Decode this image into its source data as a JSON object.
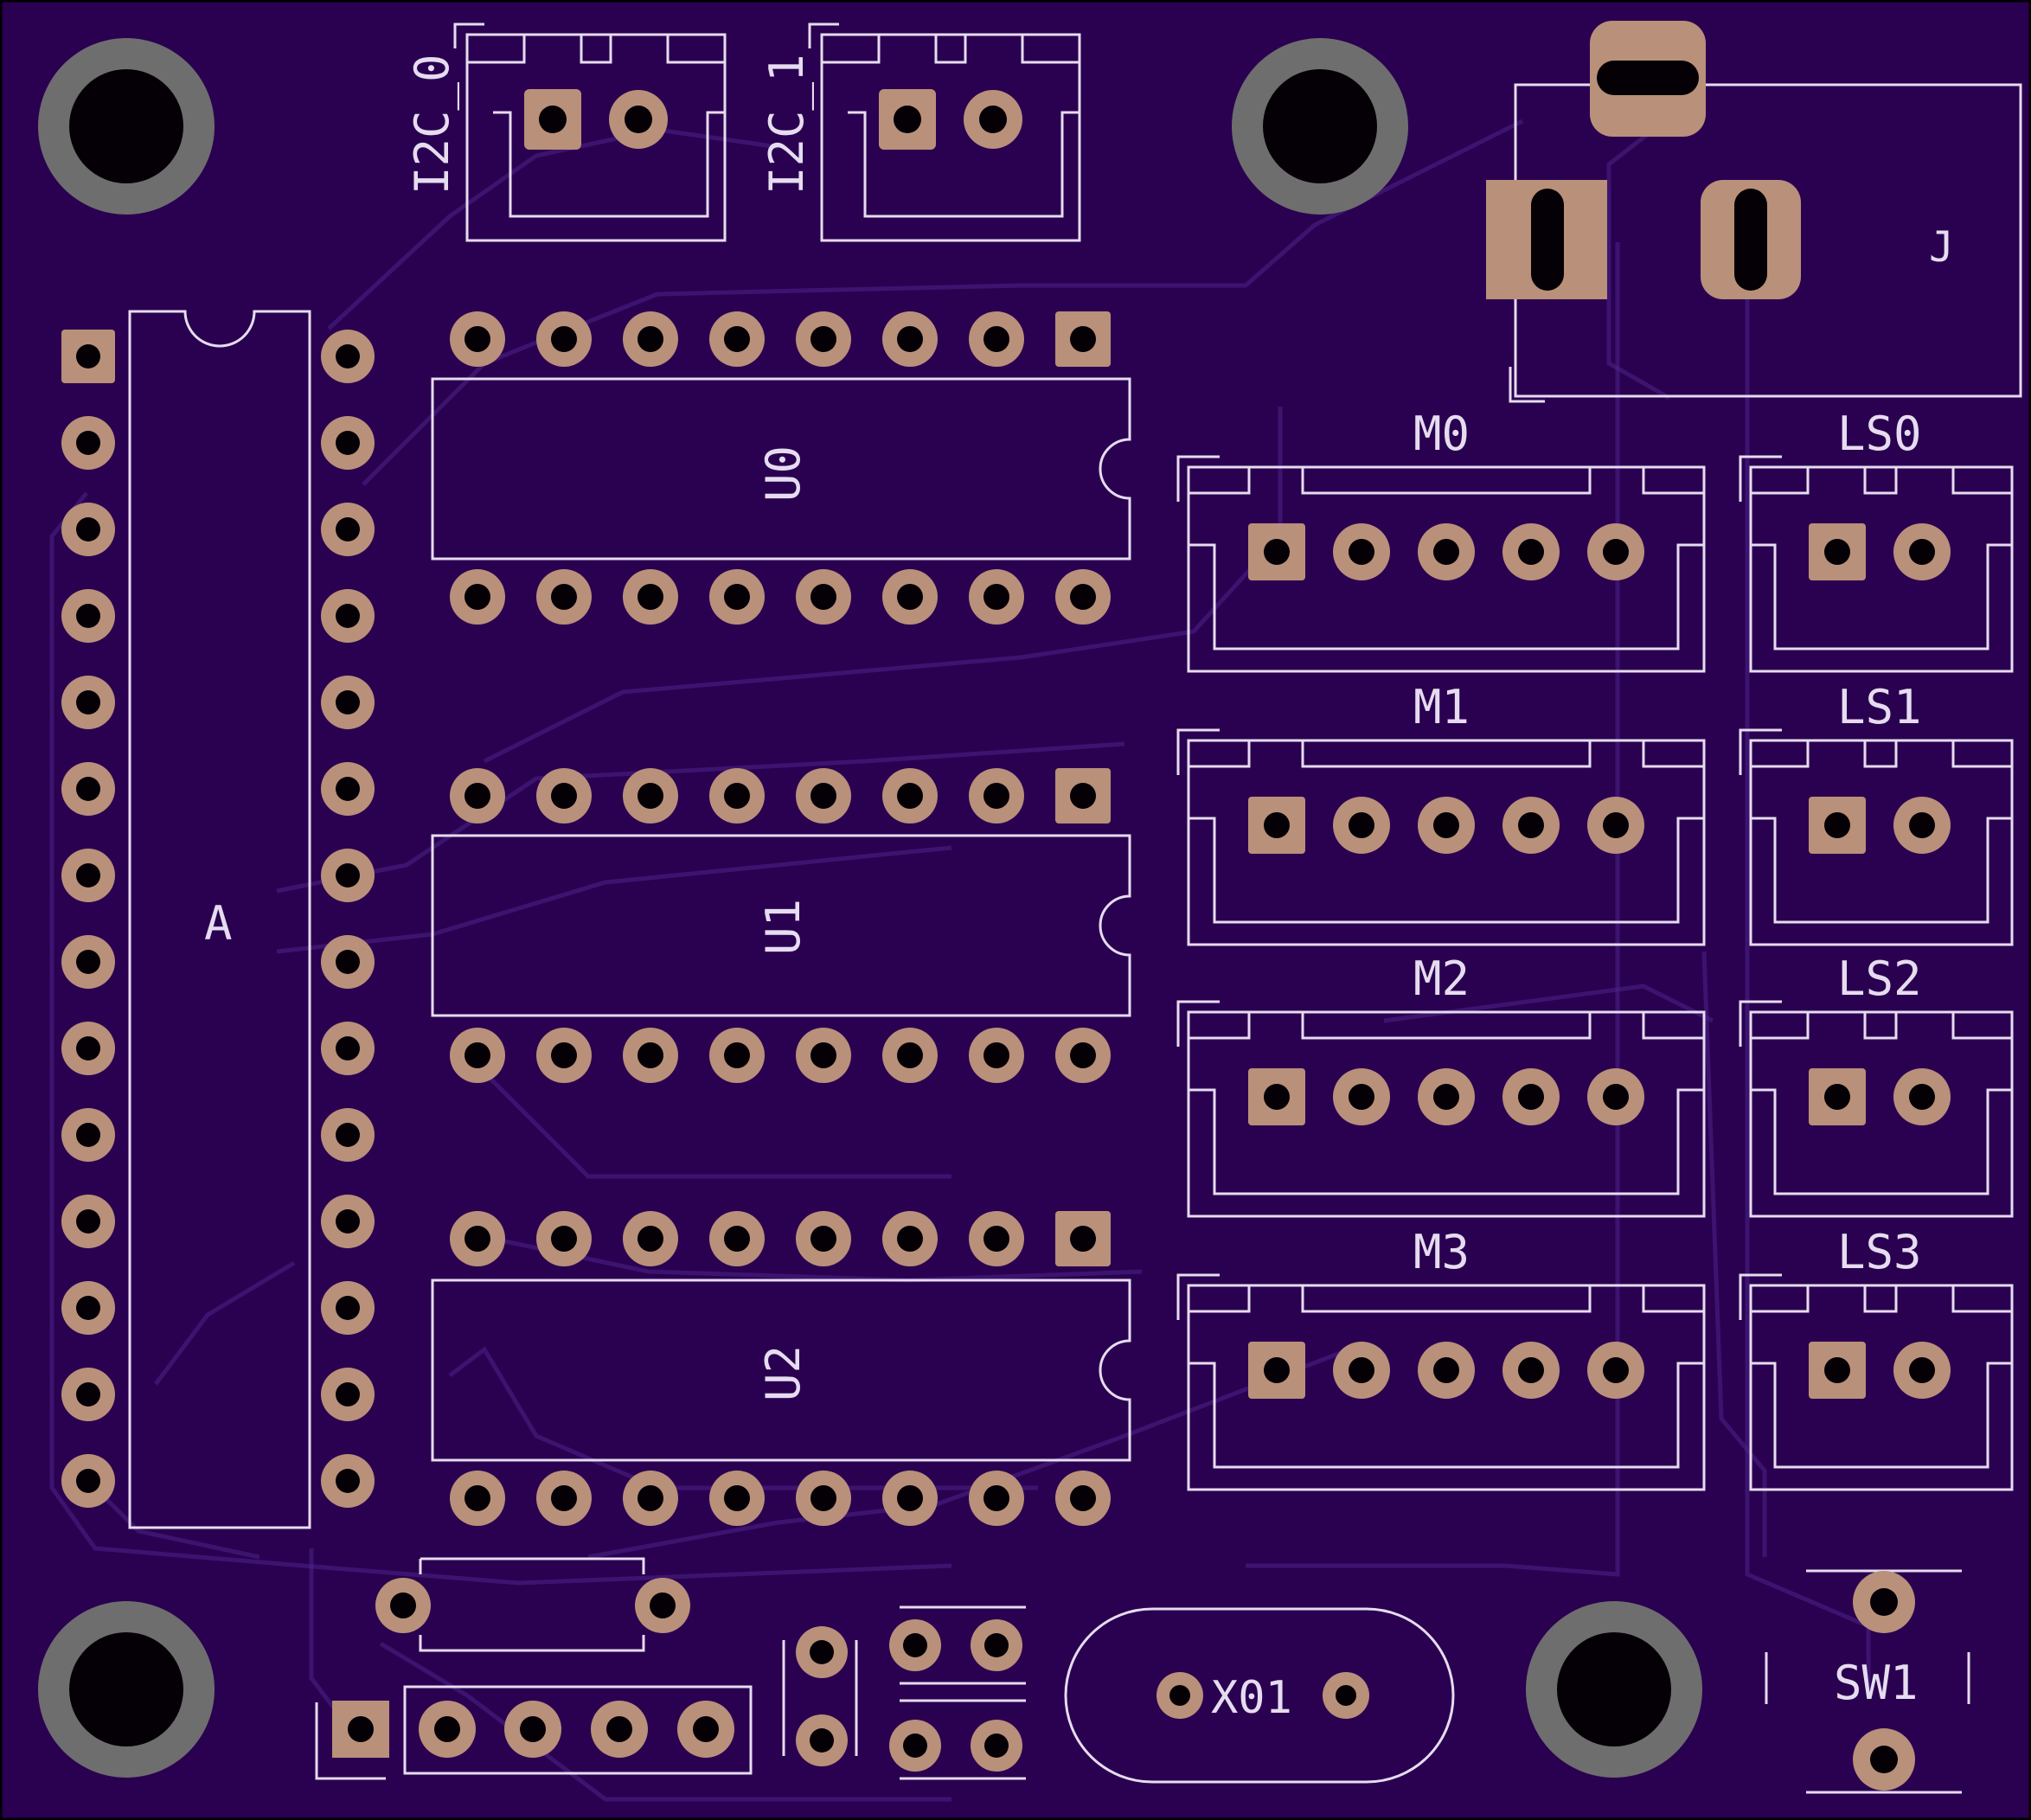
{
  "board": {
    "colors": {
      "background": "#2a0050",
      "border": "#000000",
      "silkscreen": "#e6dcf0",
      "pad_copper": "#b9907a",
      "hole": "#050005",
      "mount_ring": "#6e6e6e",
      "trace": "#4a2488"
    }
  },
  "labels": {
    "i2c0": "I2C_0",
    "i2c1": "I2C_1",
    "j": "J",
    "u0": "U0",
    "u1": "U1",
    "u2": "U2",
    "a": "A",
    "m0": "M0",
    "m1": "M1",
    "m2": "M2",
    "m3": "M3",
    "ls0": "LS0",
    "ls1": "LS1",
    "ls2": "LS2",
    "ls3": "LS3",
    "x01": "X01",
    "sw1": "SW1"
  }
}
